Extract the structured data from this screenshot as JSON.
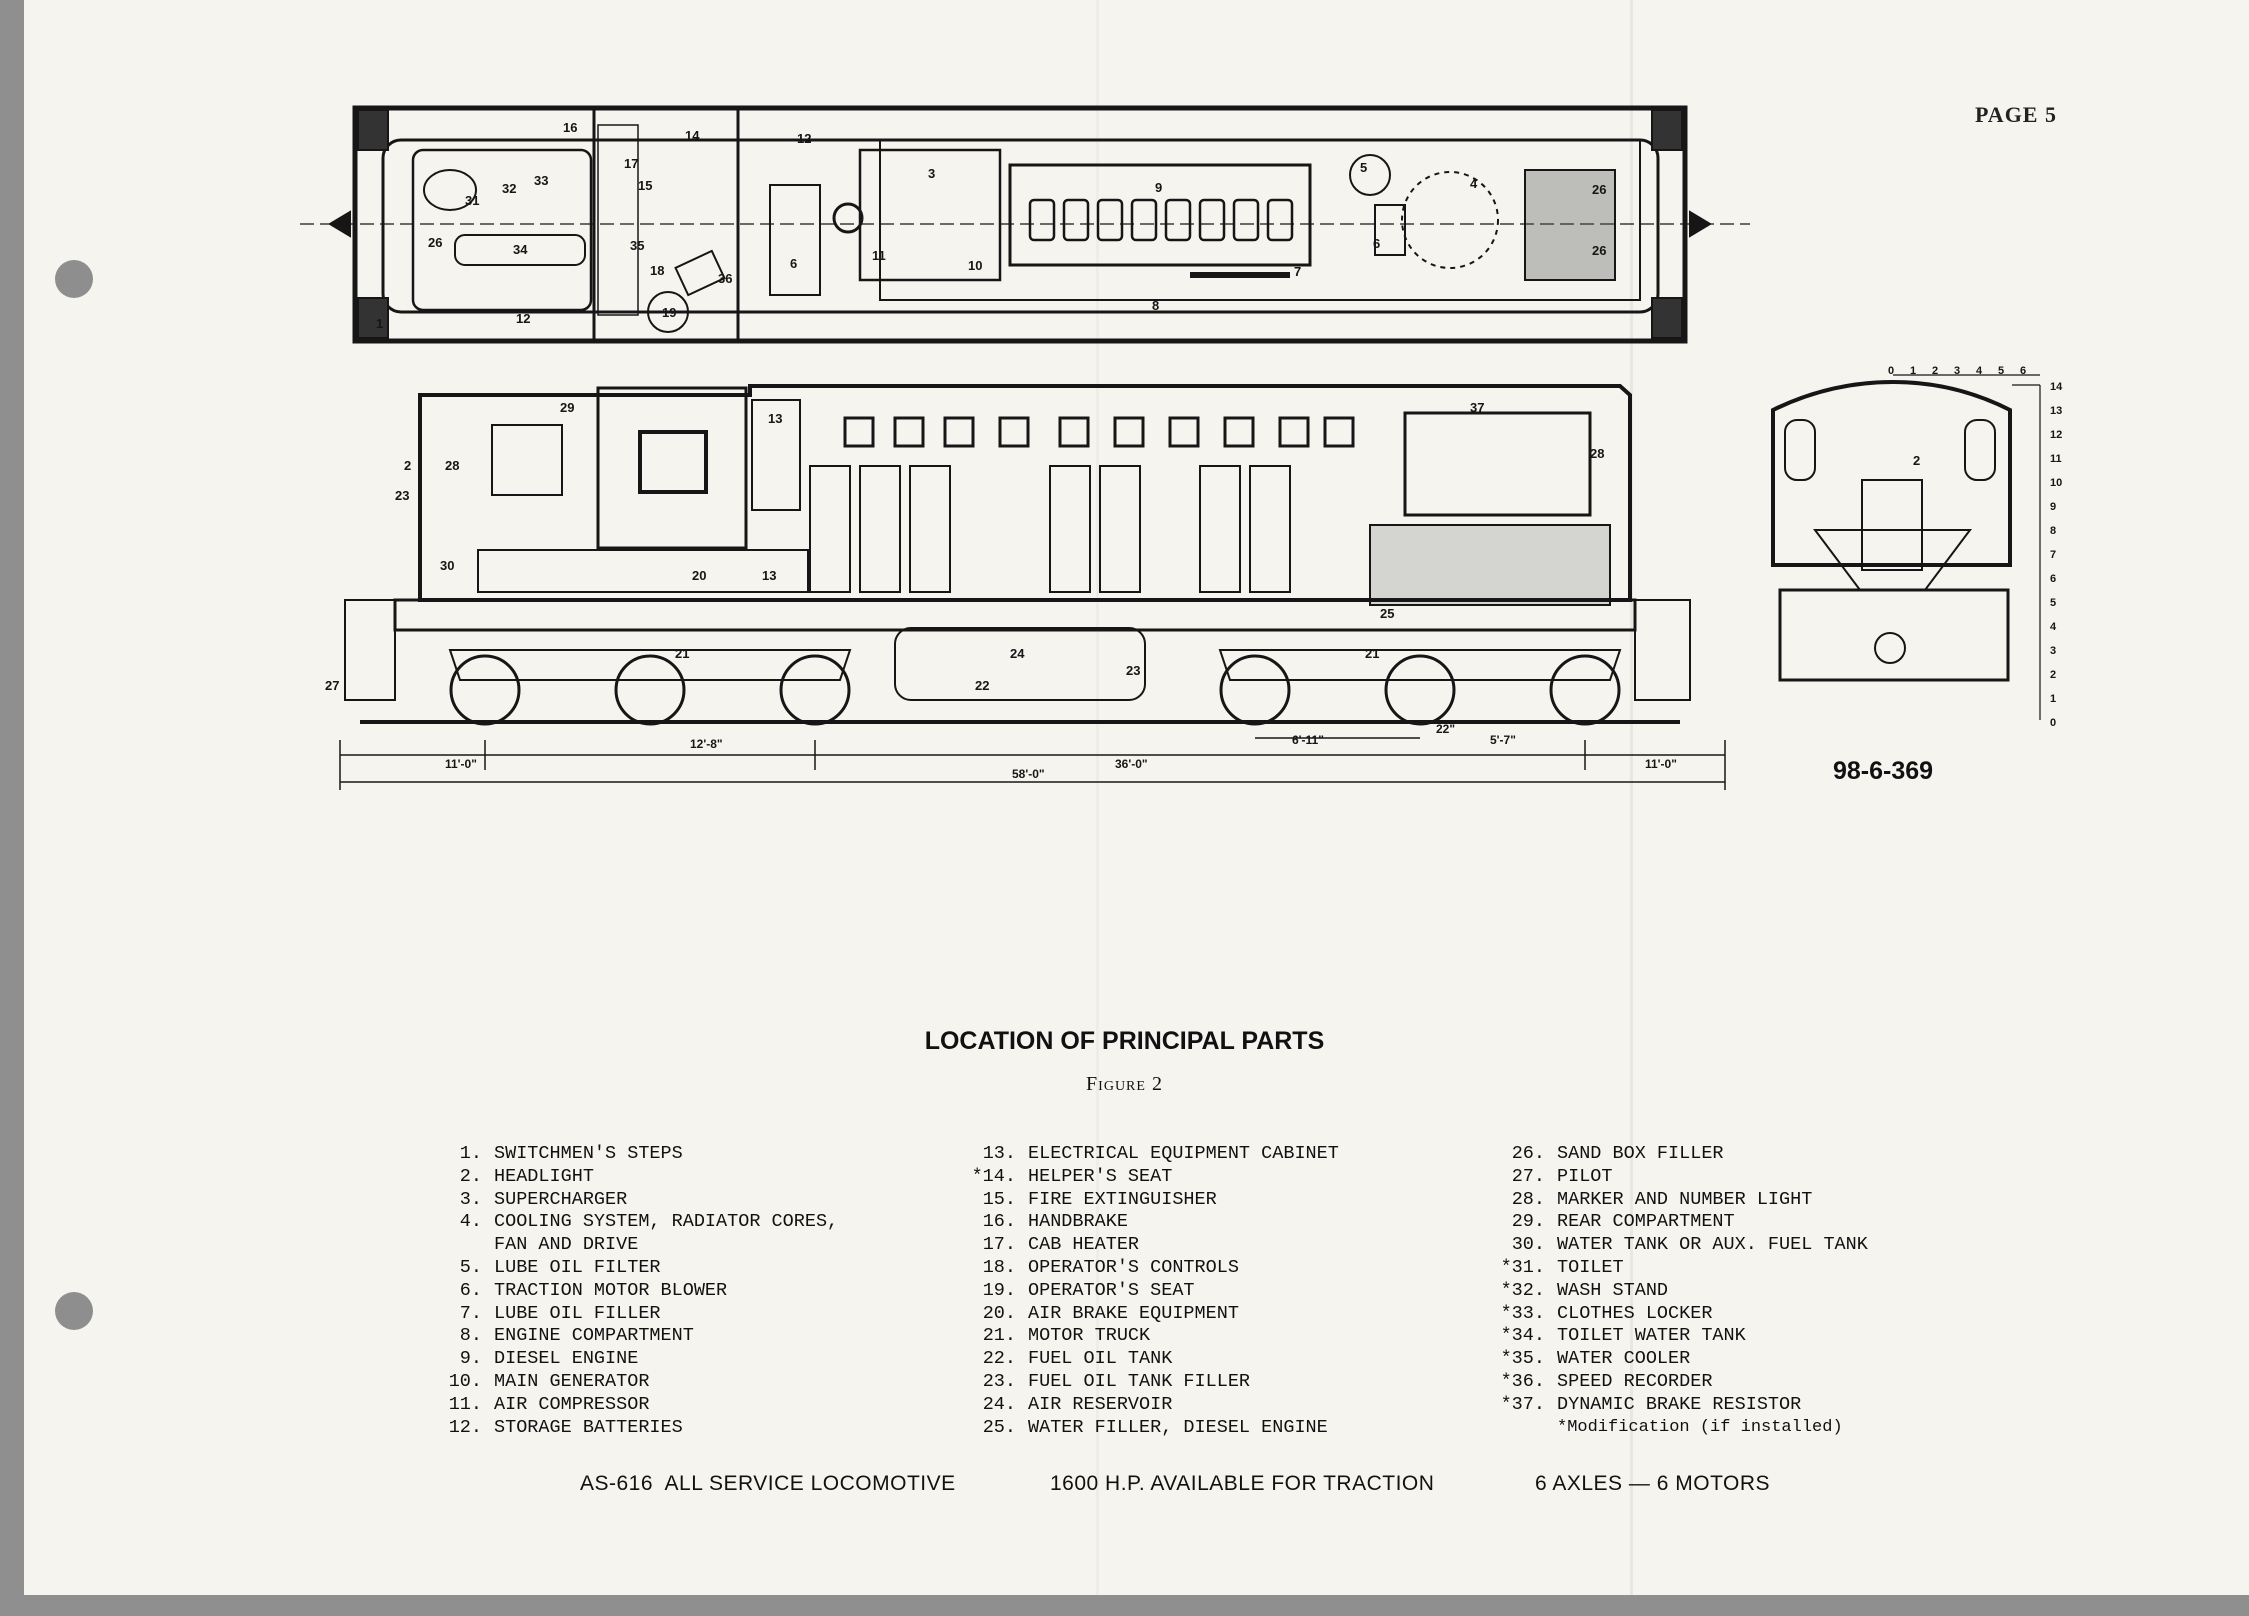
{
  "page_number": "PAGE 5",
  "figure_id": "98-6-369",
  "title": "LOCATION OF PRINCIPAL PARTS",
  "subtitle": "Figure 2",
  "dimensions": {
    "d1": "11'-0\"",
    "d2": "12'-8\"",
    "d3": "36'-0\"",
    "d4": "11'-0\"",
    "overall": "58'-0\"",
    "truck_wheelbase": "6'-11\"",
    "d5": "22\"",
    "d6": "5'-7\""
  },
  "scale_top": [
    "0",
    "1",
    "2",
    "3",
    "4",
    "5",
    "6"
  ],
  "scale_side": [
    "14",
    "13",
    "12",
    "11",
    "10",
    "9",
    "8",
    "7",
    "6",
    "5",
    "4",
    "3",
    "2",
    "1",
    "0"
  ],
  "legend": [
    [
      {
        "n": "1.",
        "t": "SWITCHMEN'S STEPS"
      },
      {
        "n": "2.",
        "t": "HEADLIGHT"
      },
      {
        "n": "3.",
        "t": "SUPERCHARGER"
      },
      {
        "n": "4.",
        "t": "COOLING SYSTEM, RADIATOR CORES,"
      },
      {
        "n": "",
        "t": "FAN AND DRIVE"
      },
      {
        "n": "5.",
        "t": "LUBE OIL FILTER"
      },
      {
        "n": "6.",
        "t": "TRACTION MOTOR BLOWER"
      },
      {
        "n": "7.",
        "t": "LUBE OIL FILLER"
      },
      {
        "n": "8.",
        "t": "ENGINE COMPARTMENT"
      },
      {
        "n": "9.",
        "t": "DIESEL ENGINE"
      },
      {
        "n": "10.",
        "t": "MAIN GENERATOR"
      },
      {
        "n": "11.",
        "t": "AIR COMPRESSOR"
      },
      {
        "n": "12.",
        "t": "STORAGE BATTERIES"
      }
    ],
    [
      {
        "n": "13.",
        "t": "ELECTRICAL EQUIPMENT CABINET"
      },
      {
        "n": "*14.",
        "t": "HELPER'S SEAT"
      },
      {
        "n": "15.",
        "t": "FIRE EXTINGUISHER"
      },
      {
        "n": "16.",
        "t": "HANDBRAKE"
      },
      {
        "n": "17.",
        "t": "CAB HEATER"
      },
      {
        "n": "18.",
        "t": "OPERATOR'S CONTROLS"
      },
      {
        "n": "19.",
        "t": "OPERATOR'S SEAT"
      },
      {
        "n": "20.",
        "t": "AIR BRAKE EQUIPMENT"
      },
      {
        "n": "21.",
        "t": "MOTOR TRUCK"
      },
      {
        "n": "22.",
        "t": "FUEL OIL TANK"
      },
      {
        "n": "23.",
        "t": "FUEL OIL TANK FILLER"
      },
      {
        "n": "24.",
        "t": "AIR RESERVOIR"
      },
      {
        "n": "25.",
        "t": "WATER FILLER, DIESEL ENGINE"
      }
    ],
    [
      {
        "n": "26.",
        "t": "SAND BOX FILLER"
      },
      {
        "n": "27.",
        "t": "PILOT"
      },
      {
        "n": "28.",
        "t": "MARKER AND NUMBER LIGHT"
      },
      {
        "n": "29.",
        "t": "REAR COMPARTMENT"
      },
      {
        "n": "30.",
        "t": "WATER TANK OR AUX. FUEL TANK"
      },
      {
        "n": "*31.",
        "t": "TOILET"
      },
      {
        "n": "*32.",
        "t": "WASH STAND"
      },
      {
        "n": "*33.",
        "t": "CLOTHES LOCKER"
      },
      {
        "n": "*34.",
        "t": "TOILET WATER TANK"
      },
      {
        "n": "*35.",
        "t": "WATER COOLER"
      },
      {
        "n": "*36.",
        "t": "SPEED RECORDER"
      },
      {
        "n": "*37.",
        "t": "DYNAMIC BRAKE RESISTOR"
      }
    ]
  ],
  "legend_note": "*Modification (if installed)",
  "footer": {
    "model": "AS-616  ALL SERVICE LOCOMOTIVE",
    "power": "1600 H.P. AVAILABLE FOR TRACTION",
    "axles": "6 AXLES — 6 MOTORS"
  },
  "callouts": {
    "plan": [
      "16",
      "14",
      "12",
      "31",
      "32",
      "33",
      "17",
      "15",
      "26",
      "34",
      "35",
      "18",
      "36",
      "19",
      "12",
      "1",
      "3",
      "9",
      "5",
      "4",
      "6",
      "11",
      "10",
      "7",
      "6",
      "8",
      "26",
      "26"
    ],
    "elevation": [
      "29",
      "13",
      "37",
      "28",
      "2",
      "28",
      "23",
      "30",
      "20",
      "13",
      "21",
      "24",
      "21",
      "25",
      "22",
      "23",
      "27"
    ],
    "end": [
      "2"
    ]
  },
  "colors": {
    "paper": "#f5f4ef",
    "ink": "#161616",
    "border": "#8f8f8f"
  }
}
